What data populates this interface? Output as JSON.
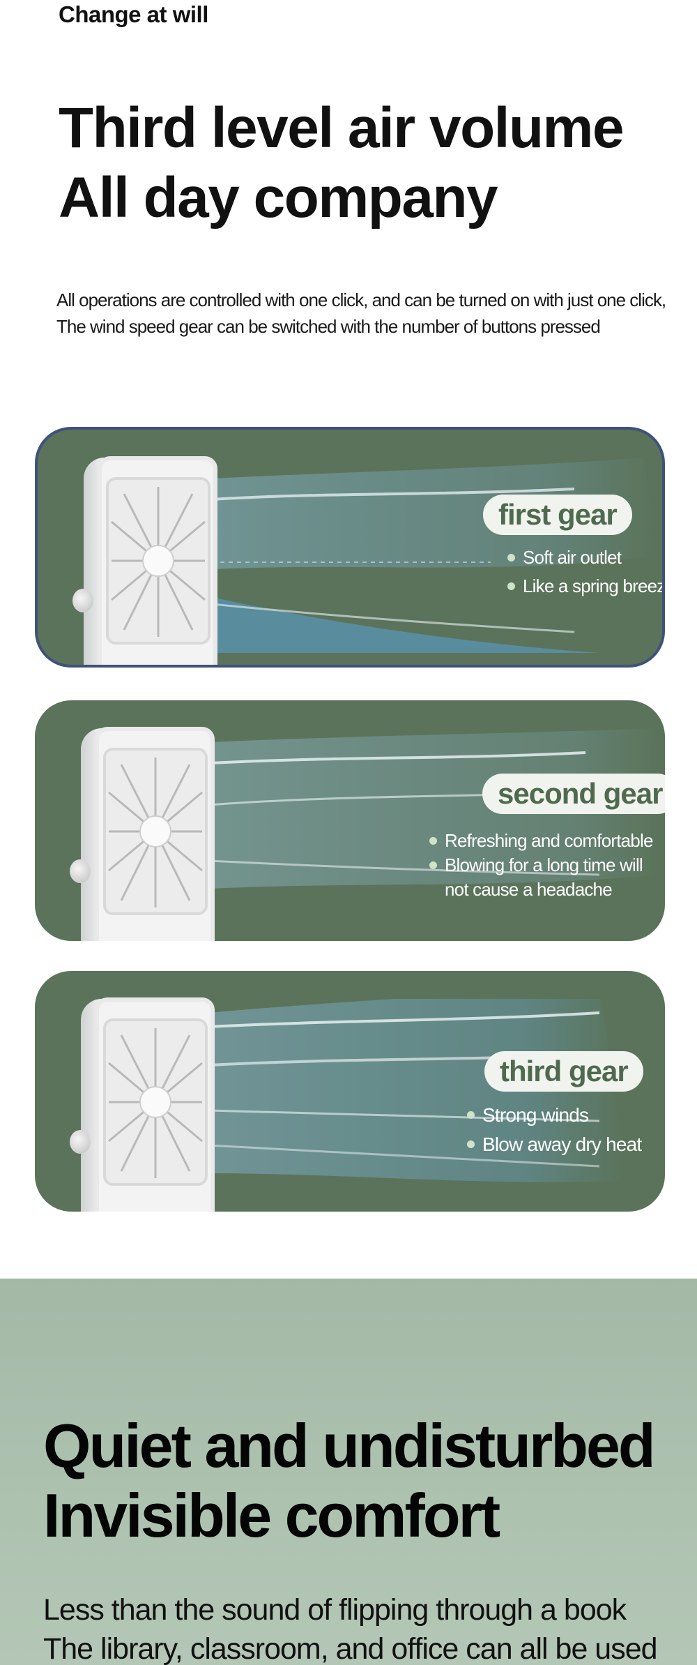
{
  "intro": {
    "eyebrow": "Change at will",
    "headline_line1": "Third level air volume",
    "headline_line2": "All day company",
    "body_line1": "All operations are controlled with one click, and can be turned on with just one click,",
    "body_line2": "The wind speed gear can be switched with the number of buttons pressed"
  },
  "gears": [
    {
      "label": "first gear",
      "features": [
        "Soft air outlet",
        "Like a spring breeze"
      ]
    },
    {
      "label": "second gear",
      "features": [
        "Refreshing and comfortable",
        "Blowing for a long time will",
        "not cause a headache"
      ]
    },
    {
      "label": "third gear",
      "features": [
        "Strong winds",
        "Blow away dry heat"
      ]
    }
  ],
  "quiet": {
    "title_line1": "Quiet and undisturbed",
    "title_line2": "Invisible comfort",
    "text_line1": "Less than the sound of flipping through a book",
    "text_line2": "The library, classroom, and office can all be used"
  },
  "colors": {
    "card_green": "#5a735a",
    "label_green": "#4f6a4f",
    "active_border": "#3f5279",
    "quiet_bg": "#a9bfac"
  }
}
